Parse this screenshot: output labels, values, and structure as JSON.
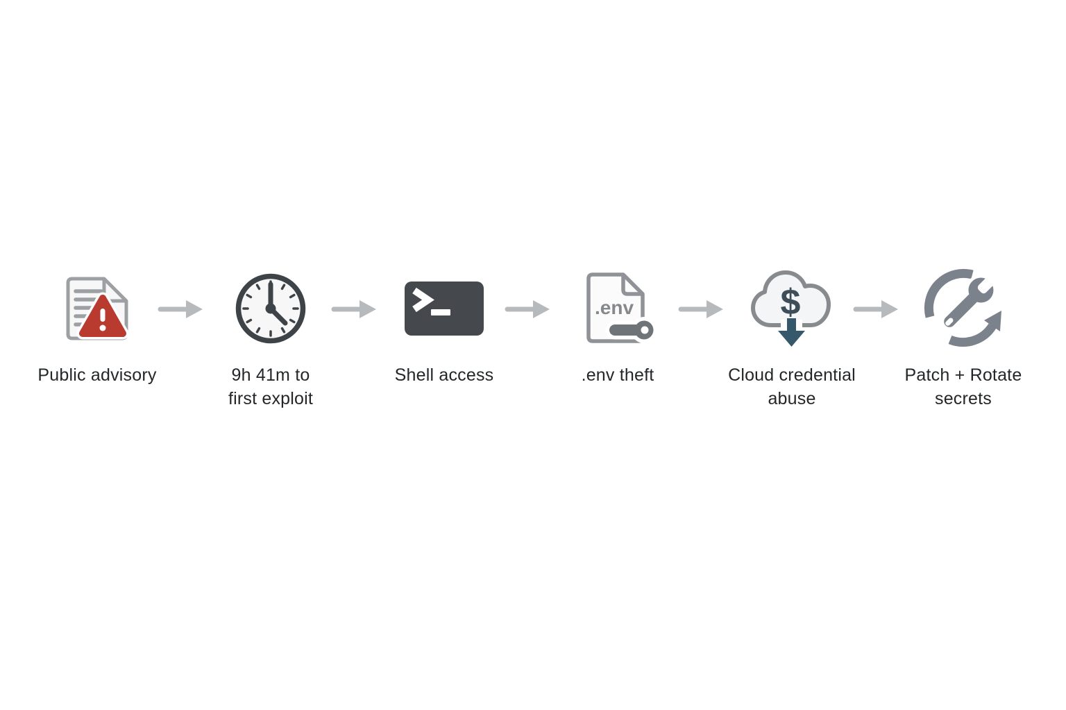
{
  "diagram": {
    "background_color": "#ffffff",
    "text_color": "#242729",
    "arrow_color": "#b7babd",
    "flow_direction": "left-to-right",
    "steps": [
      {
        "label": "Public advisory",
        "icon": "advisory-document-icon",
        "icon_colors": {
          "outline": "#9ca0a3",
          "alert_triangle": "#b93b30",
          "fill": "#f7f7f8"
        }
      },
      {
        "label": "9h 41m to\nfirst exploit",
        "icon": "clock-icon",
        "icon_colors": {
          "outline": "#3e4347",
          "face": "#f7f7f8"
        }
      },
      {
        "label": "Shell access",
        "icon": "terminal-icon",
        "prompt_text": ">_",
        "icon_colors": {
          "background": "#45494e",
          "glyph": "#ffffff"
        }
      },
      {
        "label": ".env theft",
        "icon": "env-file-key-icon",
        "file_label": ".env",
        "icon_colors": {
          "outline": "#8f9296",
          "key": "#6f7478",
          "file_text": "#85898c"
        }
      },
      {
        "label": "Cloud credential\nabuse",
        "icon": "cloud-dollar-download-icon",
        "currency_symbol": "$",
        "icon_colors": {
          "outline": "#888b8e",
          "dollar": "#3d4e59",
          "download_arrow": "#35596b"
        }
      },
      {
        "label": "Patch + Rotate\nsecrets",
        "icon": "wrench-rotate-icon",
        "icon_colors": {
          "tool": "#7b828b"
        }
      }
    ],
    "connectors": {
      "count": 5,
      "style": "solid-arrow-right"
    }
  }
}
